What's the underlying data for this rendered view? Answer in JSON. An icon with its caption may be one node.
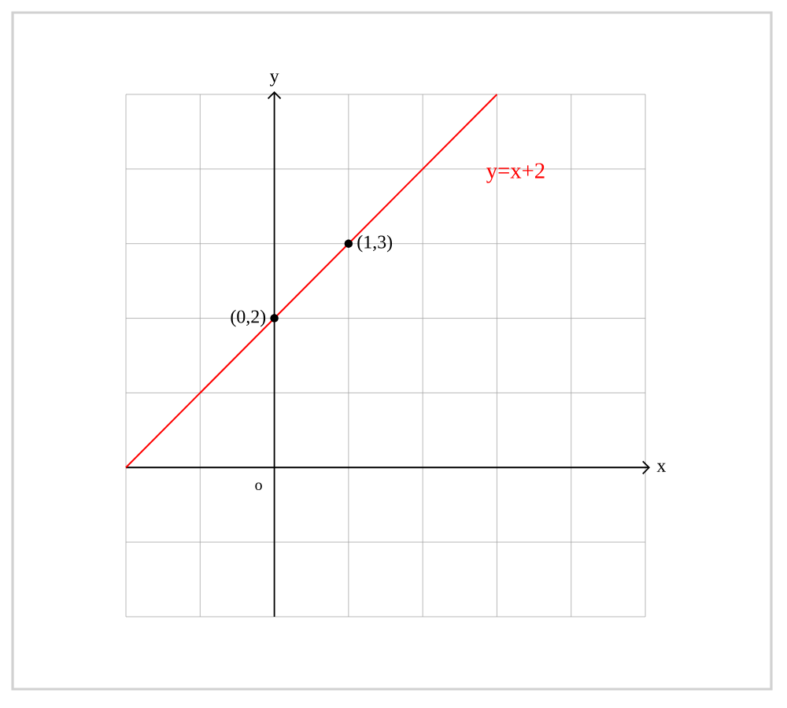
{
  "diagram": {
    "labels": [
      "y",
      "y=x+2",
      "(1,3)",
      "(0,2)",
      "o",
      "x"
    ]
  }
}
